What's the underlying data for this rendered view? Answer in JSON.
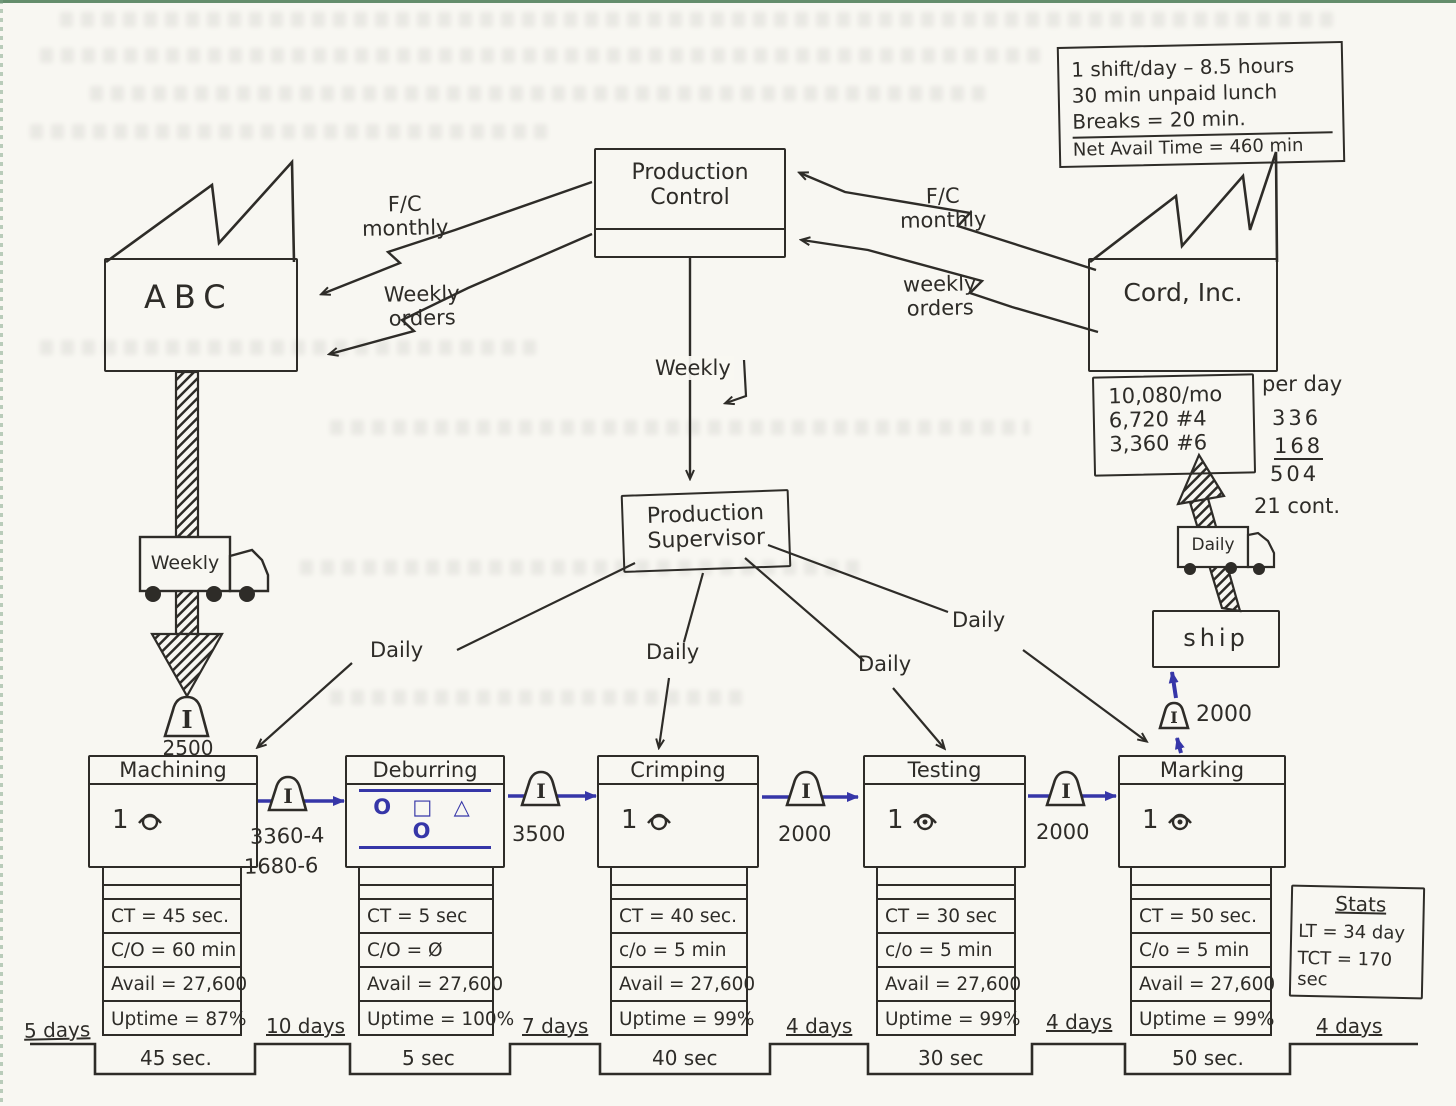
{
  "icons": {
    "inventory": "I"
  },
  "schedule_note": {
    "line1": "1 shift/day – 8.5 hours",
    "line2": "30 min unpaid lunch",
    "line3": "Breaks = 20 min.",
    "line4": "Net Avail Time = 460 min"
  },
  "production_control": {
    "line1": "Production",
    "line2": "Control"
  },
  "supplier": {
    "name": "ABC"
  },
  "customer": {
    "name": "Cord, Inc."
  },
  "info": {
    "left_fc_1": "F/C",
    "left_fc_2": "monthly",
    "left_orders_1": "Weekly",
    "left_orders_2": "orders",
    "right_fc_1": "F/C",
    "right_fc_2": "monthly",
    "right_orders_1": "weekly",
    "right_orders_2": "orders",
    "weekly": "Weekly",
    "daily_machining": "Daily",
    "daily_crimping": "Daily",
    "daily_testing": "Daily",
    "daily_marking": "Daily"
  },
  "supervisor": {
    "line1": "Production",
    "line2": "Supervisor"
  },
  "logistics": {
    "inbound_truck": "Weekly",
    "inbound_inventory": "2500",
    "outbound_truck": "Daily",
    "ship": "ship",
    "outbound_inventory": "2000",
    "demand": {
      "monthly": "10,080/mo",
      "item4": "6,720 #4",
      "item6": "3,360 #6"
    },
    "per_day": {
      "title": "per day",
      "v1": "336",
      "v2": "168",
      "v3": "504",
      "note": "21 cont."
    }
  },
  "processes": [
    {
      "title": "Machining",
      "operators": "1",
      "ct": "CT = 45 sec.",
      "co": "C/O = 60 min",
      "avail": "Avail = 27,600",
      "uptime": "Uptime = 87%"
    },
    {
      "title": "Deburring",
      "fifo": "O □ △ O",
      "ct": "CT = 5 sec",
      "co": "C/O = Ø",
      "avail": "Avail = 27,600",
      "uptime": "Uptime = 100%"
    },
    {
      "title": "Crimping",
      "operators": "1",
      "ct": "CT = 40 sec.",
      "co": "c/o = 5 min",
      "avail": "Avail = 27,600",
      "uptime": "Uptime = 99%"
    },
    {
      "title": "Testing",
      "operators": "1",
      "ct": "CT = 30 sec",
      "co": "c/o = 5 min",
      "avail": "Avail = 27,600",
      "uptime": "Uptime = 99%"
    },
    {
      "title": "Marking",
      "operators": "1",
      "ct": "CT = 50 sec.",
      "co": "C/o = 5 min",
      "avail": "Avail = 27,600",
      "uptime": "Uptime = 99%"
    }
  ],
  "wip": [
    {
      "line1": "3360-4",
      "line2": "1680-6"
    },
    {
      "line1": "3500"
    },
    {
      "line1": "2000"
    },
    {
      "line1": "2000"
    }
  ],
  "stats": {
    "title": "Stats",
    "lt": "LT = 34 day",
    "tct": "TCT = 170 sec"
  },
  "timeline": {
    "wait": [
      "5 days",
      "10 days",
      "7 days",
      "4 days",
      "4 days",
      "4 days"
    ],
    "process": [
      "45 sec.",
      "5 sec",
      "40 sec",
      "30 sec",
      "50 sec."
    ]
  }
}
